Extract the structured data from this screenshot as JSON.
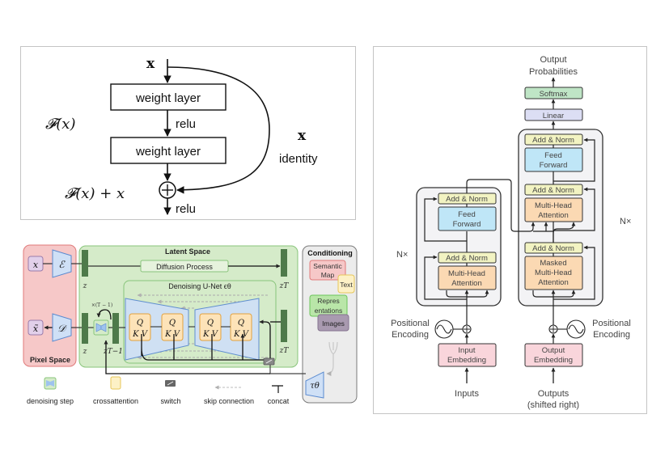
{
  "resnet": {
    "input_label": "x",
    "layer1_label": "weight layer",
    "layer2_label": "weight layer",
    "relu_mid_label": "relu",
    "relu_out_label": "relu",
    "fx_label": "𝓕(x)",
    "fx_plus_x_label": "𝓕(x) + x",
    "skip_x_label": "x",
    "identity_label": "identity"
  },
  "ldm": {
    "latent_space_title": "Latent Space",
    "pixel_space_title": "Pixel Space",
    "conditioning_title": "Conditioning",
    "diffusion_process_label": "Diffusion Process",
    "unet_label": "Denoising U-Net ϵθ",
    "x_label": "x",
    "x_tilde_label": "x̃",
    "encoder_label": "ℰ",
    "decoder_label": "𝒟",
    "z_top_label": "z",
    "z_bottom_label": "z",
    "zT_top_label": "zT",
    "zT_bottom_label": "zT",
    "zT1_label": "zT−1",
    "repeat_label": "×(T − 1)",
    "tau_label": "τθ",
    "qkv_q": "Q",
    "qkv_kv": "K V",
    "conditioning_items": [
      "Semantic Map",
      "Text",
      "Repres entations",
      "Images"
    ],
    "legend": [
      {
        "label": "denoising step",
        "icon": "denoising-step-icon"
      },
      {
        "label": "crossattention",
        "icon": "crossattention-icon"
      },
      {
        "label": "switch",
        "icon": "switch-icon"
      },
      {
        "label": "skip connection",
        "icon": "skip-connection-icon"
      },
      {
        "label": "concat",
        "icon": "concat-icon"
      }
    ]
  },
  "transformer": {
    "output_probabilities": [
      "Output",
      "Probabilities"
    ],
    "softmax": "Softmax",
    "linear": "Linear",
    "add_norm": "Add & Norm",
    "feed_forward": [
      "Feed",
      "Forward"
    ],
    "multi_head_attention": [
      "Multi-Head",
      "Attention"
    ],
    "masked_mha": [
      "Masked",
      "Multi-Head",
      "Attention"
    ],
    "nx": "N×",
    "positional_encoding": [
      "Positional",
      "Encoding"
    ],
    "input_embedding": [
      "Input",
      "Embedding"
    ],
    "output_embedding": [
      "Output",
      "Embedding"
    ],
    "inputs": "Inputs",
    "outputs": [
      "Outputs",
      "(shifted right)"
    ]
  },
  "colors": {
    "add_norm": "#f2f3c2",
    "feed_forward": "#bfe6f7",
    "attention": "#fbd9b3",
    "embedding": "#f9d5db",
    "softmax": "#bfe5c6",
    "linear": "#dcdef4",
    "block_bg": "#f3f3f5",
    "latent_green": "#d5ebc9",
    "pixel_red": "#f6c8c8",
    "unet_blue": "#cfe0f6",
    "qkv_orange": "#fde3b8",
    "dark_green": "#4e7a4a"
  }
}
